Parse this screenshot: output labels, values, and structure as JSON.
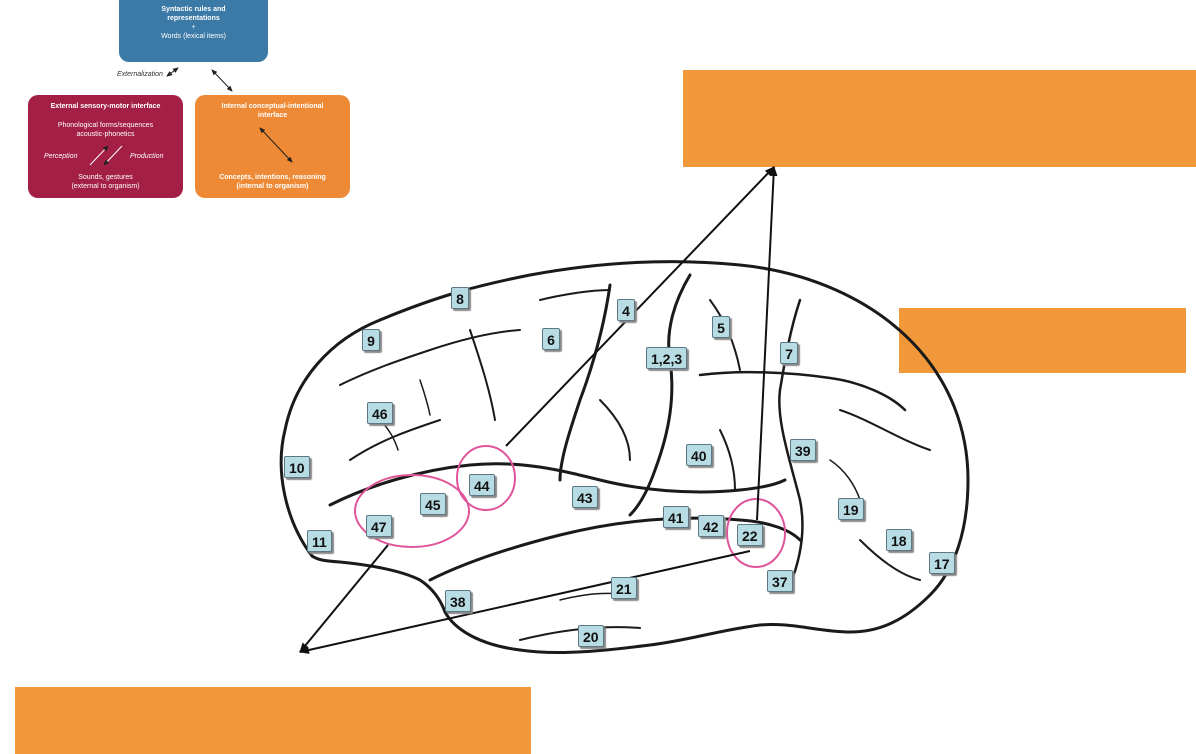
{
  "syntax_box": {
    "title_line1": "Syntactic rules and",
    "title_line2": "representations",
    "plus": "+",
    "words": "Words (lexical items)"
  },
  "externalization_label": "Externalization",
  "sensory_motor_box": {
    "title": "External sensory-motor interface",
    "line1": "Phonological forms/sequences",
    "line2": "acoustic-phonetics",
    "perception": "Perception",
    "production": "Production",
    "sounds": "Sounds, gestures",
    "external": "(external to organism)"
  },
  "conceptual_box": {
    "title_line1": "Internal conceptual-intentional",
    "title_line2": "interface",
    "concepts": "Concepts, intentions, reasoning",
    "internal": "(internal to organism)"
  },
  "brodmann_areas": [
    "8",
    "4",
    "9",
    "6",
    "5",
    "1,2,3",
    "7",
    "46",
    "40",
    "39",
    "10",
    "44",
    "45",
    "43",
    "41",
    "42",
    "22",
    "19",
    "11",
    "47",
    "18",
    "17",
    "21",
    "37",
    "38",
    "20"
  ],
  "colors": {
    "syntax_box": "#3b7aa6",
    "sensory_motor_box": "#a31f45",
    "conceptual_box": "#ee8a35",
    "orange_boxes": "#f0983a",
    "area_label_fill": "#b8dce4",
    "highlight_circle": "#e0559a"
  }
}
